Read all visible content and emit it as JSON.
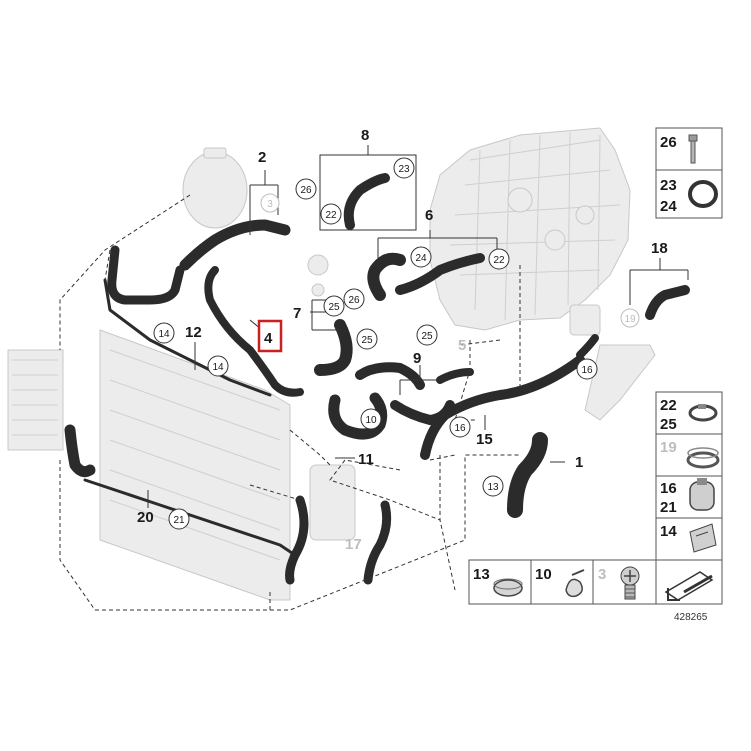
{
  "diagram": {
    "callouts": {
      "c1": "1",
      "c2": "2",
      "c4": "4",
      "c5": "5",
      "c6": "6",
      "c7": "7",
      "c8": "8",
      "c9": "9",
      "c11": "11",
      "c12": "12",
      "c15": "15",
      "c17": "17",
      "c18": "18",
      "c20": "20"
    },
    "circled": {
      "n3": "3",
      "n10": "10",
      "n13": "13",
      "n14a": "14",
      "n14b": "14",
      "n16a": "16",
      "n16b": "16",
      "n19": "19",
      "n21": "21",
      "n22a": "22",
      "n22b": "22",
      "n23": "23",
      "n24": "24",
      "n25a": "25",
      "n25b": "25",
      "n25c": "25",
      "n26a": "26",
      "n26b": "26"
    },
    "legend": {
      "r26": "26",
      "r23": "23",
      "r24": "24",
      "r22": "22",
      "r25": "25",
      "r19": "19",
      "r16": "16",
      "r21": "21",
      "r14": "14",
      "b13": "13",
      "b10": "10",
      "b3": "3"
    },
    "highlight_label": "4",
    "figure_id": "428265"
  }
}
